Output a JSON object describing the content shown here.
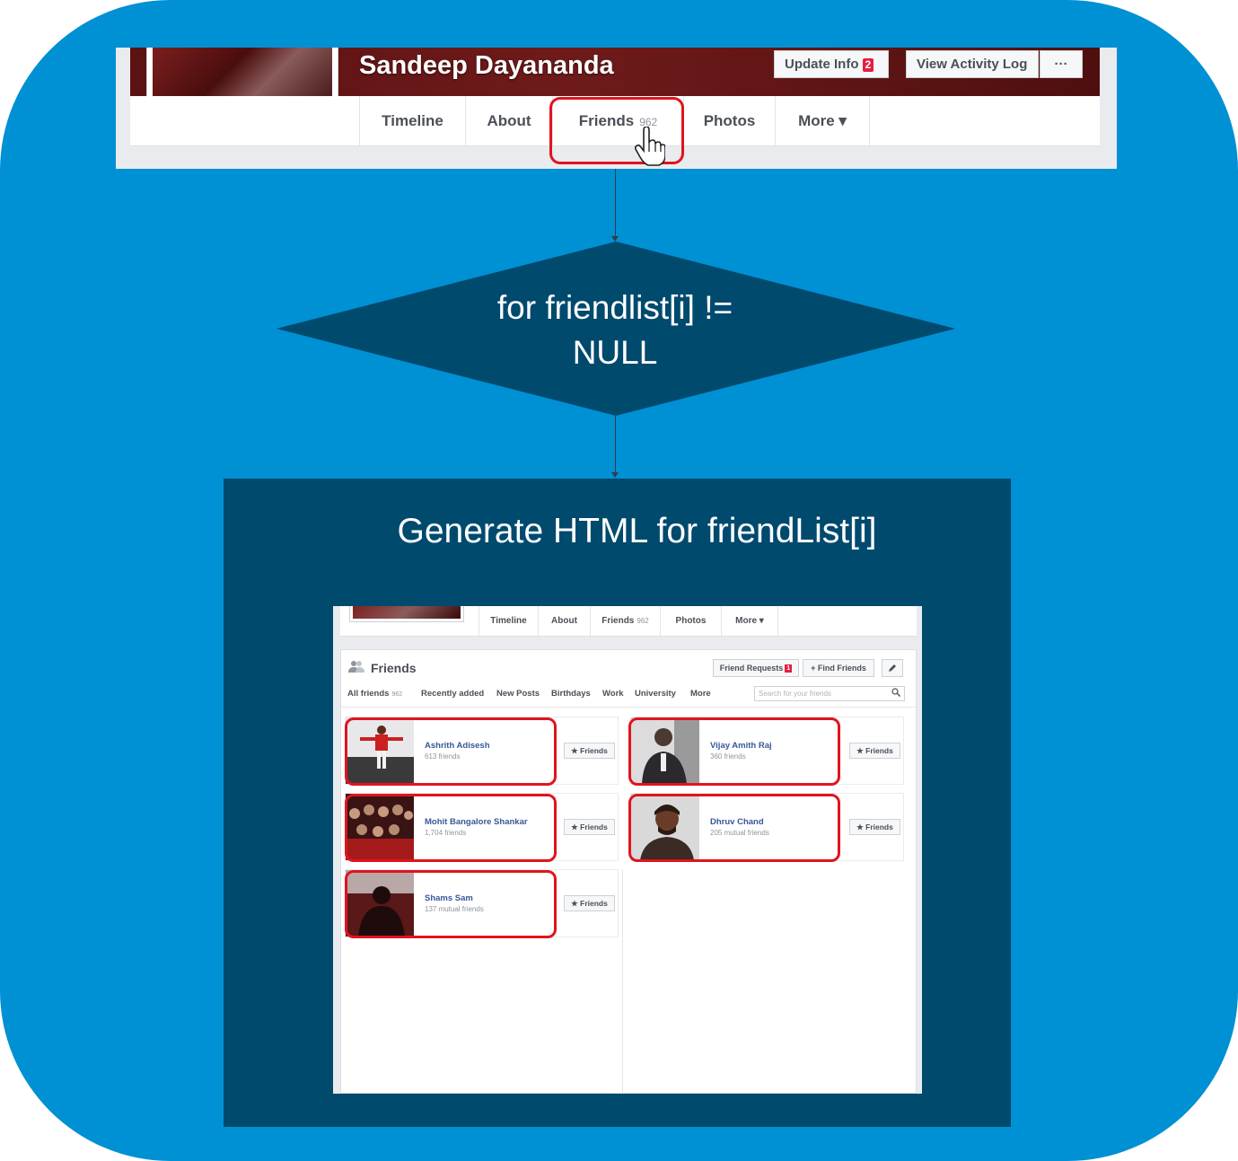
{
  "profile": {
    "name": "Sandeep Dayananda",
    "update_info": "Update Info",
    "update_badge": "2",
    "view_activity": "View Activity Log",
    "more_dots": "···"
  },
  "nav": {
    "tabs": [
      {
        "label": "Timeline"
      },
      {
        "label": "About"
      },
      {
        "label": "Friends",
        "count": "962"
      },
      {
        "label": "Photos"
      },
      {
        "label": "More ▾"
      }
    ]
  },
  "flow": {
    "decision_line1": "for friendlist[i] !=",
    "decision_line2": "NULL",
    "process": "Generate HTML for friendList[i]"
  },
  "friends_page": {
    "heading": "Friends",
    "friend_requests": "Friend Requests",
    "friend_requests_badge": "1",
    "find_friends": "+ Find Friends",
    "edit_icon": "pencil-icon",
    "filters": [
      {
        "label": "All friends",
        "count": "962"
      },
      {
        "label": "Recently added"
      },
      {
        "label": "New Posts"
      },
      {
        "label": "Birthdays"
      },
      {
        "label": "Work"
      },
      {
        "label": "University"
      },
      {
        "label": "More"
      }
    ],
    "search_placeholder": "Search for your friends",
    "friend_button": "★ Friends",
    "friends": [
      {
        "name": "Ashrith Adisesh",
        "sub": "613 friends"
      },
      {
        "name": "Vijay Amith Raj",
        "sub": "360 friends"
      },
      {
        "name": "Mohit Bangalore Shankar",
        "sub": "1,704 friends"
      },
      {
        "name": "Dhruv Chand",
        "sub": "205 mutual friends"
      },
      {
        "name": "Shams Sam",
        "sub": "137 mutual friends"
      }
    ]
  },
  "colors": {
    "background": "#0090d4",
    "decision": "#004a6e",
    "process": "#004a6e",
    "highlight": "#e0141e",
    "cover": "#5a1212"
  }
}
